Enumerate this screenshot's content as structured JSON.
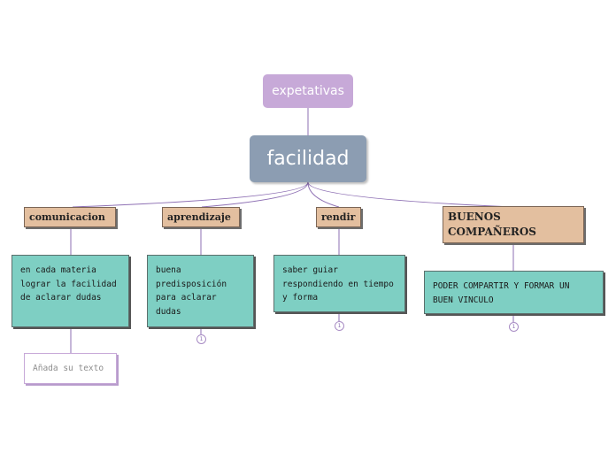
{
  "top_node": {
    "label": "expetativas"
  },
  "central_node": {
    "label": "facilidad"
  },
  "branches": [
    {
      "label": "comunicacion",
      "leaf": "en cada materia lograr la facilidad de aclarar dudas"
    },
    {
      "label": "aprendizaje",
      "leaf": "buena predisposición para aclarar dudas",
      "count": "1"
    },
    {
      "label": "rendir",
      "leaf": "saber guiar respondiendo en tiempo y forma",
      "count": "1"
    },
    {
      "label": "BUENOS COMPAÑEROS",
      "leaf": "PODER COMPARTIR Y FORMAR UN BUEN VINCULO",
      "count": "1"
    }
  ],
  "placeholder": {
    "label": "Añada su texto"
  },
  "colors": {
    "top": "#c7a9d8",
    "central": "#8c9db2",
    "category": "#e3bf9f",
    "leaf": "#7ecfc3",
    "connector": "#8d6fb3"
  }
}
